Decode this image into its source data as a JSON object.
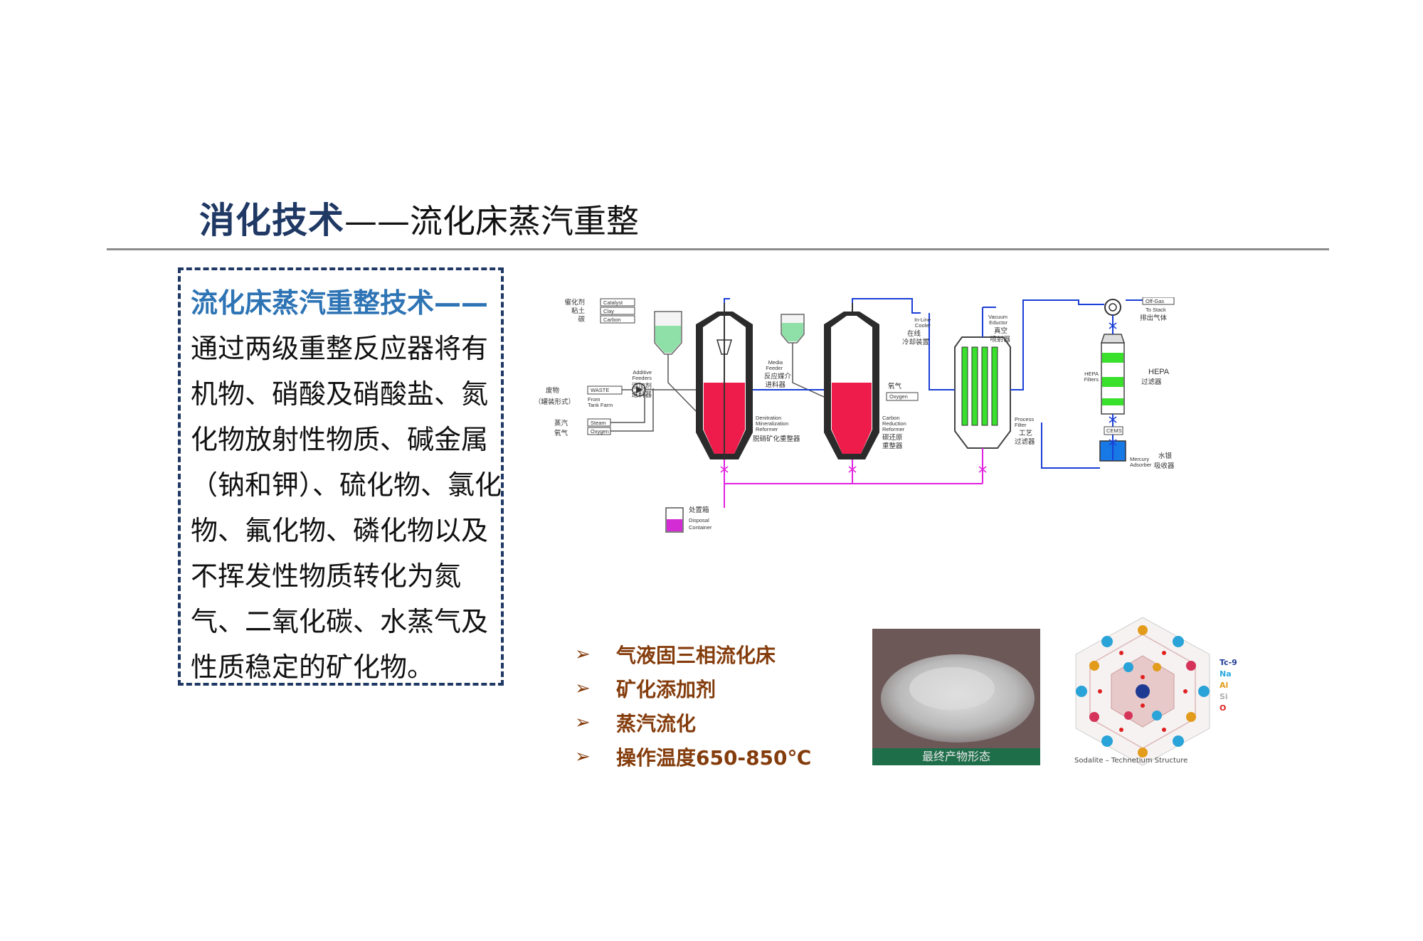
{
  "slide": {
    "title_main": "消化技术",
    "title_sub": "——流化床蒸汽重整"
  },
  "box": {
    "lead": "流化床蒸汽重整技术——",
    "body": "通过两级重整反应器将有机物、硝酸及硝酸盐、氮化物放射性物质、碱金属（钠和钾）、硫化物、氯化物、氟化物、磷化物以及不挥发性物质转化为氮气、二氧化碳、水蒸气及性质稳定的矿化物。"
  },
  "diagram": {
    "feed1_cn1": "催化剂",
    "feed1_en1": "Catalyst",
    "feed1_cn2": "粘土",
    "feed1_en2": "Clay",
    "feed1_cn3": "碳",
    "feed1_en3": "Carbon",
    "additive_en1": "Additive",
    "additive_en2": "Feeders",
    "additive_cn1": "添加剂",
    "additive_cn2": "进料器",
    "media_en1": "Media",
    "media_en2": "Feeder",
    "media_cn1": "反应媒介",
    "media_cn2": "进料器",
    "cooler_en1": "In-Line",
    "cooler_en2": "Cooler",
    "cooler_cn1": "在线",
    "cooler_cn2": "冷却装置",
    "eductor_en1": "Vacuum",
    "eductor_en2": "Eductor",
    "eductor_cn1": "真空",
    "eductor_cn2": "喷射器",
    "offgas_en1": "Off-Gas",
    "offgas_en2": "To Stack",
    "offgas_cn": "排出气体",
    "hepa_en1": "HEPA",
    "hepa_en2": "Filters",
    "hepa_cn1": "HEPA",
    "hepa_cn2": "过滤器",
    "cems": "CEMS",
    "waste_cn1": "废物",
    "waste_cn2": "（罐装形式）",
    "waste_en": "WASTE",
    "waste_from1": "From",
    "waste_from2": "Tank Farm",
    "steam_cn": "蒸汽",
    "steam_en": "Steam",
    "oxygen_cn": "氧气",
    "oxygen_en": "Oxygen",
    "oxygen2_cn": "氧气",
    "oxygen2_en": "Oxygen",
    "r1_en1": "Denitration",
    "r1_en2": "Mineralization",
    "r1_en3": "Reformer",
    "r1_cn": "脱硝矿化重整器",
    "r2_en1": "Carbon",
    "r2_en2": "Reduction",
    "r2_en3": "Reformer",
    "r2_cn1": "碳还原",
    "r2_cn2": "重整器",
    "pf_en1": "Process",
    "pf_en2": "Filter",
    "pf_cn1": "工艺",
    "pf_cn2": "过滤器",
    "hg_en1": "Mercury",
    "hg_en2": "Adsorber",
    "hg_cn1": "水银",
    "hg_cn2": "吸收器",
    "disp_cn": "处置箱",
    "disp_en1": "Disposal",
    "disp_en2": "Container"
  },
  "features": [
    "气液固三相流化床",
    "矿化添加剂",
    "蒸汽流化",
    "操作温度650-850℃"
  ],
  "feature_marker": "➢",
  "photo_caption": "最终产物形态",
  "crystal": {
    "caption": "Sodalite – Technetium Structure",
    "legend": [
      "Tc-9",
      "Na",
      "Al",
      "Si",
      "O"
    ],
    "legend_colors": [
      "#1f3a93",
      "#2aa9e0",
      "#e39b1b",
      "#c7c7c7",
      "#e02020"
    ]
  },
  "colors": {
    "title": "#1f3864",
    "lead": "#2e74b5",
    "feature": "#843c0c",
    "bed": "#ee1c4a",
    "recycle": "#e020e0",
    "flow": "#1a3fd6",
    "filter": "#39e02c"
  }
}
